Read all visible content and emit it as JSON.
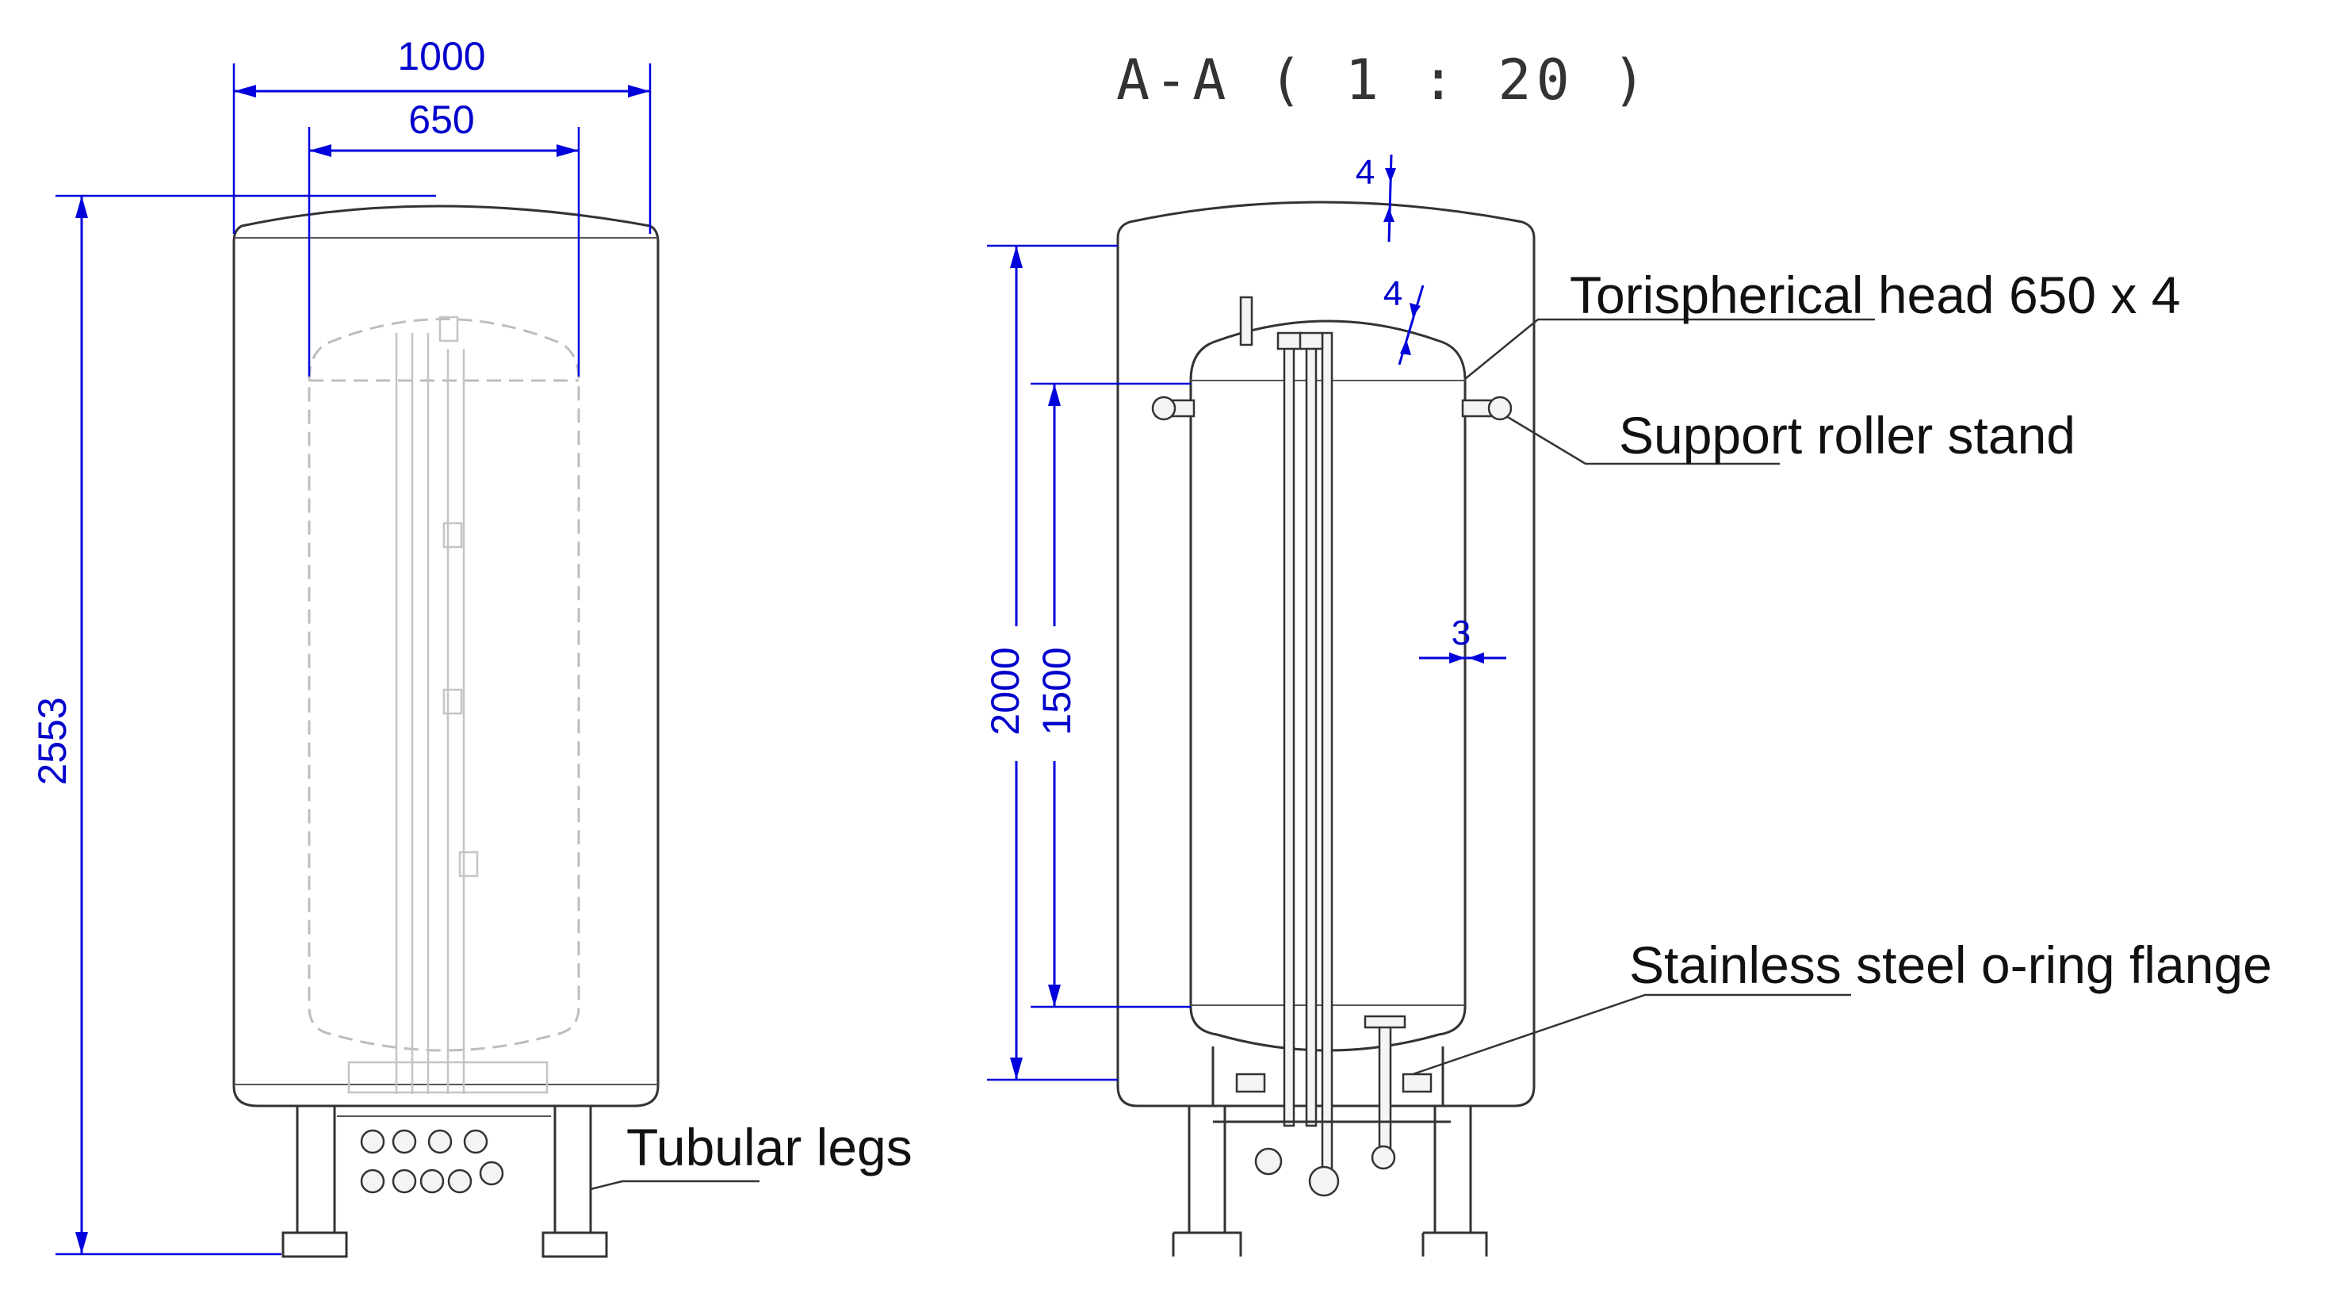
{
  "view_title": "A-A ( 1 : 20 )",
  "dimensions": {
    "outer_width": "1000",
    "inner_width": "650",
    "total_height": "2553",
    "shell_height": "2000",
    "inner_height": "1500",
    "outer_head_thickness": "4",
    "inner_head_thickness": "4",
    "wall_thickness": "3"
  },
  "callouts": {
    "torispherical_head": "Torispherical head 650 x 4",
    "support_roller_stand": "Support roller stand",
    "oring_flange": "Stainless steel o-ring flange",
    "tubular_legs": "Tubular legs"
  },
  "colors": {
    "dimension": "#0000dd",
    "outline": "#333333",
    "hidden_line": "#bdbdbd",
    "text": "#111111"
  }
}
